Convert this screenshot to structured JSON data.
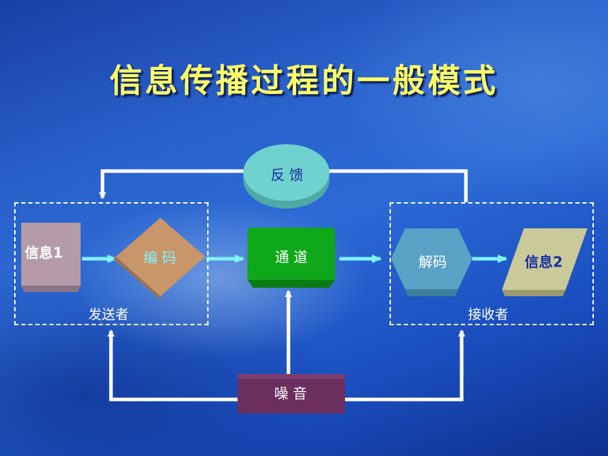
{
  "title": "信息传播过程的一般模式",
  "groups": {
    "sender": "发送者",
    "receiver": "接收者"
  },
  "nodes": {
    "info1": "信息1",
    "encode": "编  码",
    "channel": "通  道",
    "decode": "解码",
    "info2": "信息2",
    "feedback": "反  馈",
    "noise": "噪  音"
  },
  "colors": {
    "title": "#ffff66",
    "arrow": "#7ff3ff",
    "info1": "#b59aa8",
    "encode": "#c9966a",
    "channel": "#0fa81a",
    "decode": "#5aa3c7",
    "info2": "#c9c99a",
    "feedback": "#6fd2cf",
    "noise": "#6b2e5e"
  }
}
